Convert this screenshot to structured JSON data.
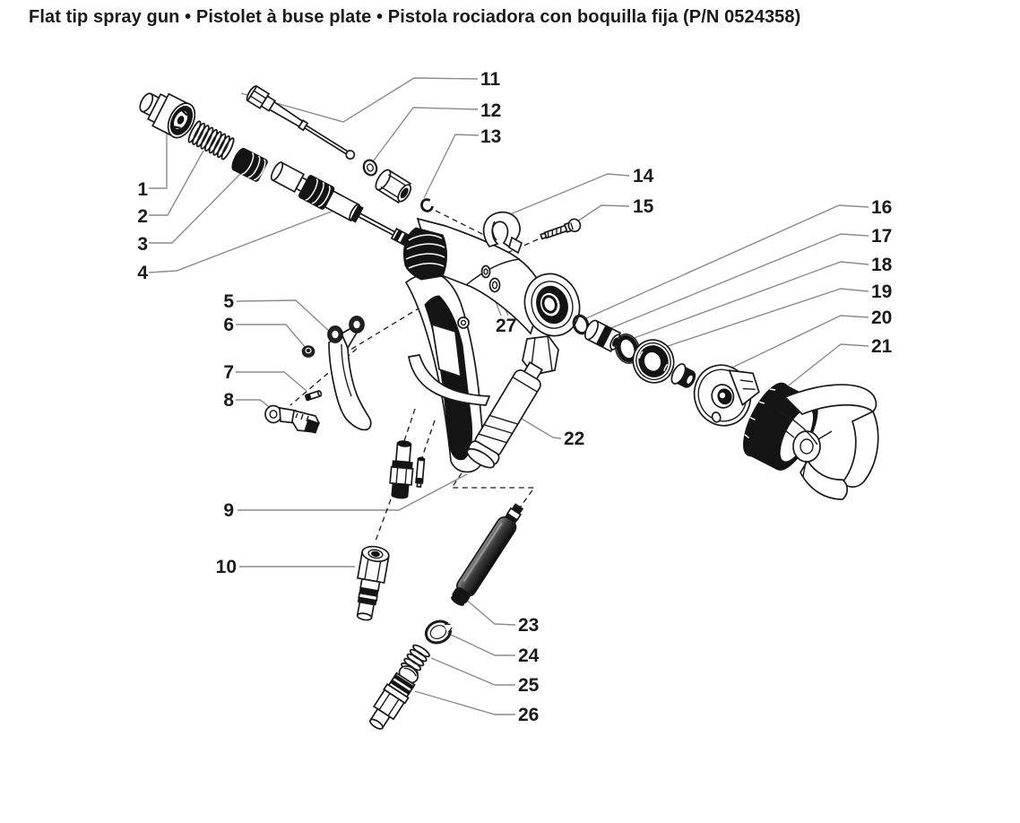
{
  "title": {
    "full": "Flat tip spray gun • Pistolet à buse plate • Pistola rociadora con boquilla fija (P/N 0524358)",
    "name_en": "Flat tip spray gun",
    "name_fr": "Pistolet à buse plate",
    "name_es": "Pistola rociadora con boquilla fija",
    "part_number": "P/N 0524358"
  },
  "diagram": {
    "type": "exploded-parts-diagram",
    "callouts": [
      "1",
      "2",
      "3",
      "4",
      "5",
      "6",
      "7",
      "8",
      "9",
      "10",
      "11",
      "12",
      "13",
      "14",
      "15",
      "16",
      "17",
      "18",
      "19",
      "20",
      "21",
      "22",
      "23",
      "24",
      "25",
      "26",
      "27"
    ]
  },
  "style": {
    "background": "#ffffff",
    "line_color": "#1a1a1a",
    "dark_fill": "#141414",
    "leader_color": "#8c8c8c",
    "text_color": "#1a1a1a"
  }
}
